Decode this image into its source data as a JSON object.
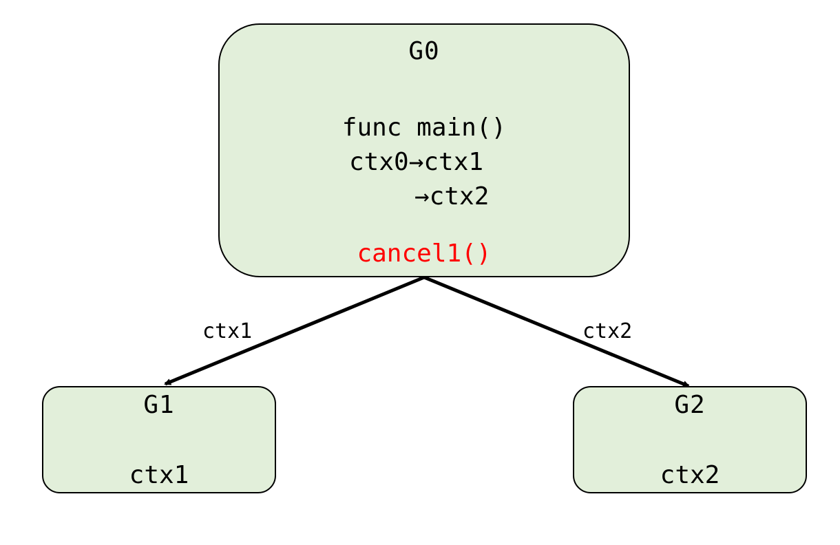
{
  "nodes": {
    "g0": {
      "title": "G0",
      "lines": [
        "func main()",
        "ctx0→ctx1",
        "→ctx2"
      ],
      "highlight": "cancel1()"
    },
    "g1": {
      "title": "G1",
      "ctx": "ctx1"
    },
    "g2": {
      "title": "G2",
      "ctx": "ctx2"
    }
  },
  "edges": [
    {
      "from": "G0",
      "to": "G1",
      "label": "ctx1"
    },
    {
      "from": "G0",
      "to": "G2",
      "label": "ctx2"
    }
  ],
  "colors": {
    "node_fill": "#e2efda",
    "highlight": "#ff0000",
    "edge": "#000000"
  }
}
